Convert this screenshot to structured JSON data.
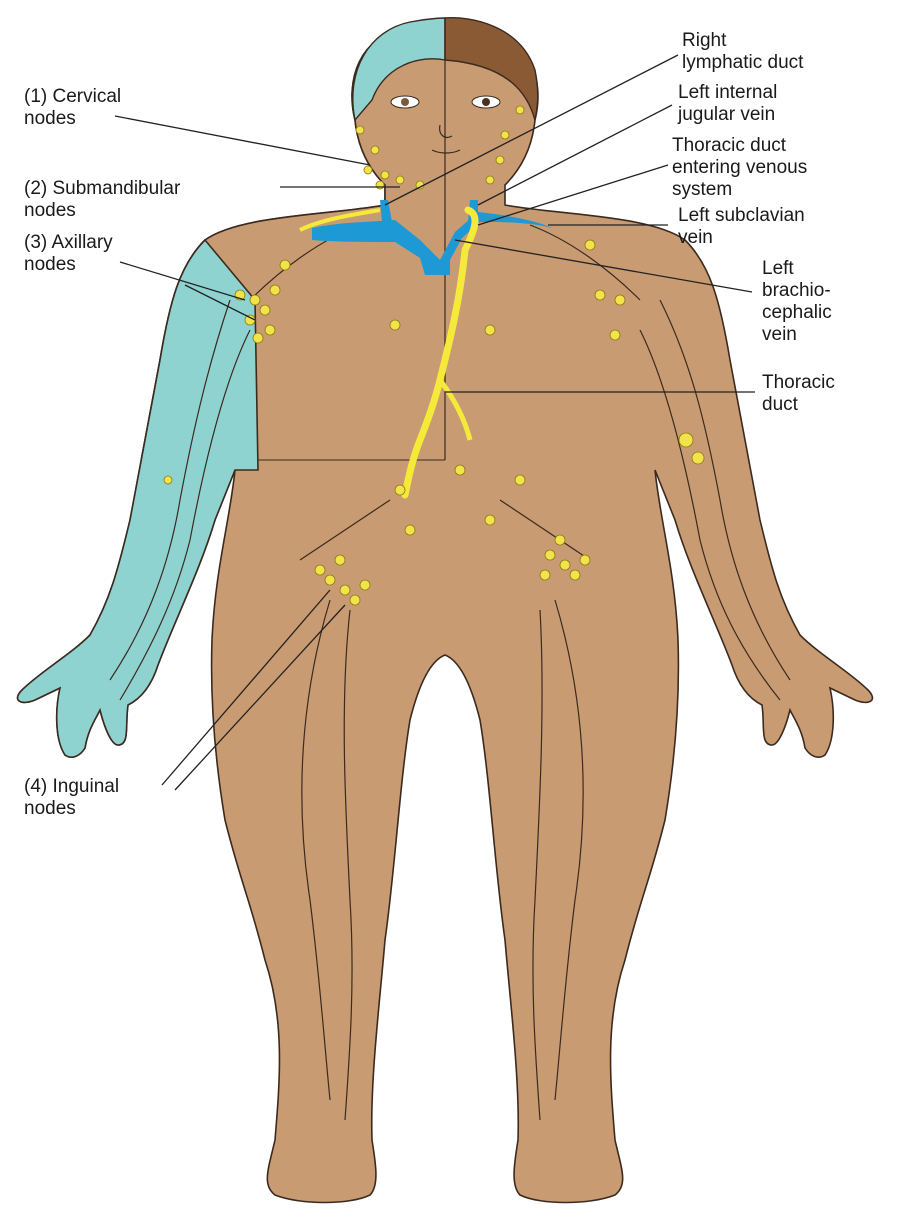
{
  "figure": {
    "colors": {
      "drained_region": "#8fd3d1",
      "skin": "#c99b72",
      "hair": "#8a5a34",
      "outline": "#3b2a1f",
      "lymph_node": "#f2e34a",
      "thoracic_duct": "#f5ea3a",
      "veins": "#1d9ad6"
    },
    "labels": {
      "cervical": "(1) Cervical\nnodes",
      "submandibular": "(2) Submandibular\nnodes",
      "axillary": "(3) Axillary\nnodes",
      "inguinal": "(4) Inguinal\nnodes",
      "right_lymphatic_duct": "Right\nlymphatic duct",
      "left_internal_jugular": "Left internal\njugular vein",
      "thoracic_duct_entering": "Thoracic duct\nentering venous\nsystem",
      "left_subclavian": "Left subclavian\nvein",
      "left_brachiocephalic": "Left\nbrachio-\ncephalic\nvein",
      "thoracic_duct": "Thoracic\nduct"
    }
  }
}
